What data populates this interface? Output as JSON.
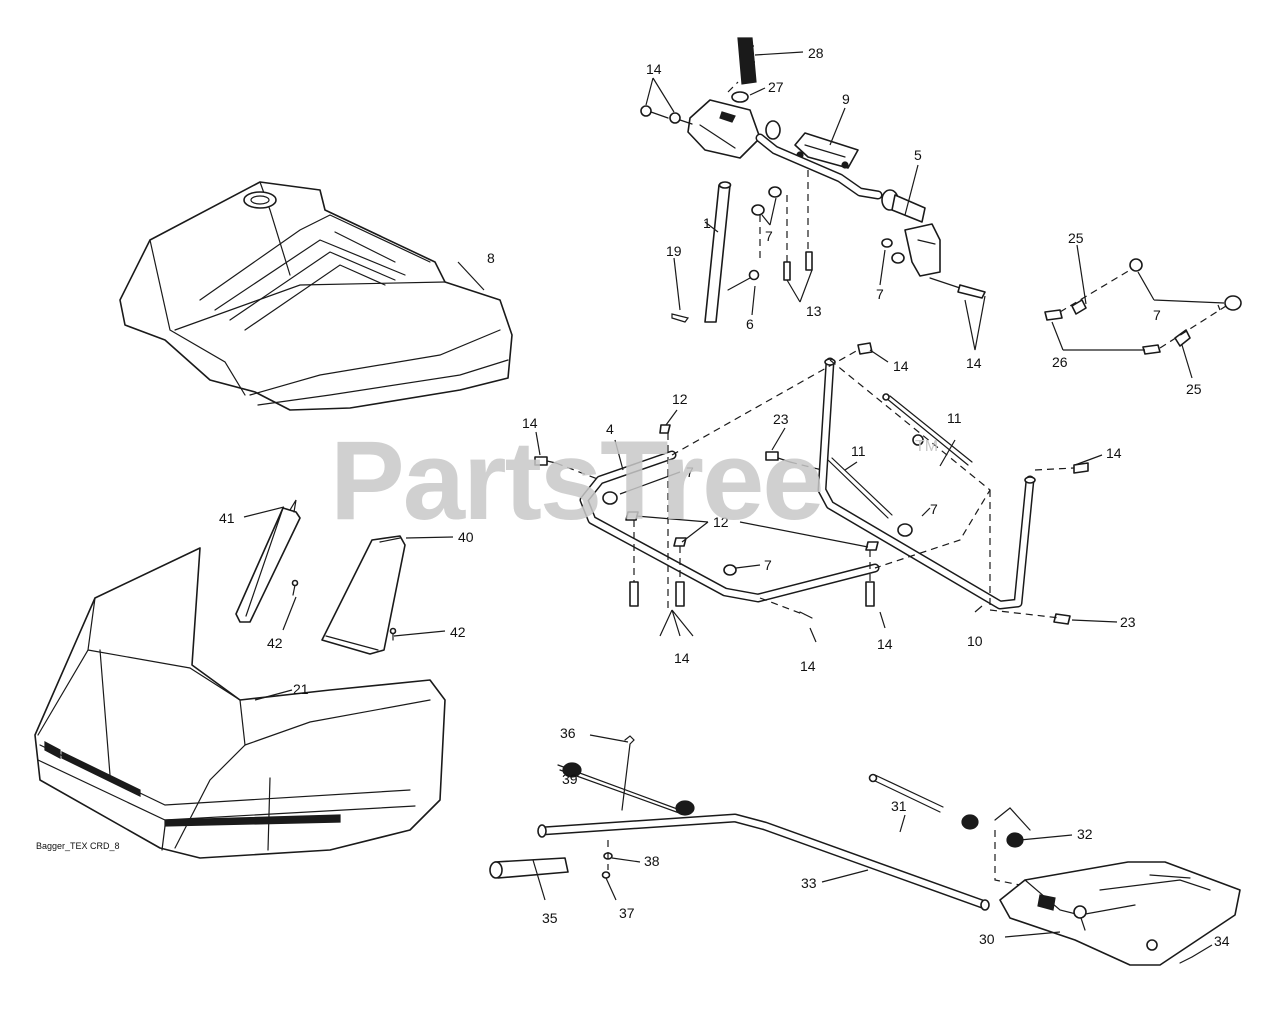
{
  "watermark": {
    "text": "PartsTree",
    "trademark": "TM"
  },
  "document_code": "Bagger_TEX CRD_8",
  "callouts": {
    "c1": "1",
    "c4": "4",
    "c5": "5",
    "c6": "6",
    "c7": "7",
    "c8": "8",
    "c9": "9",
    "c10": "10",
    "c11": "11",
    "c12": "12",
    "c13": "13",
    "c14": "14",
    "c19": "19",
    "c21": "21",
    "c23": "23",
    "c25": "25",
    "c26": "26",
    "c27": "27",
    "c28": "28",
    "c30": "30",
    "c31": "31",
    "c32": "32",
    "c33": "33",
    "c34": "34",
    "c35": "35",
    "c36": "36",
    "c37": "37",
    "c38": "38",
    "c39": "39",
    "c40": "40",
    "c41": "41",
    "c42": "42"
  },
  "colors": {
    "line": "#1a1a1a",
    "background": "#ffffff",
    "watermark": "#c8c8c8"
  }
}
